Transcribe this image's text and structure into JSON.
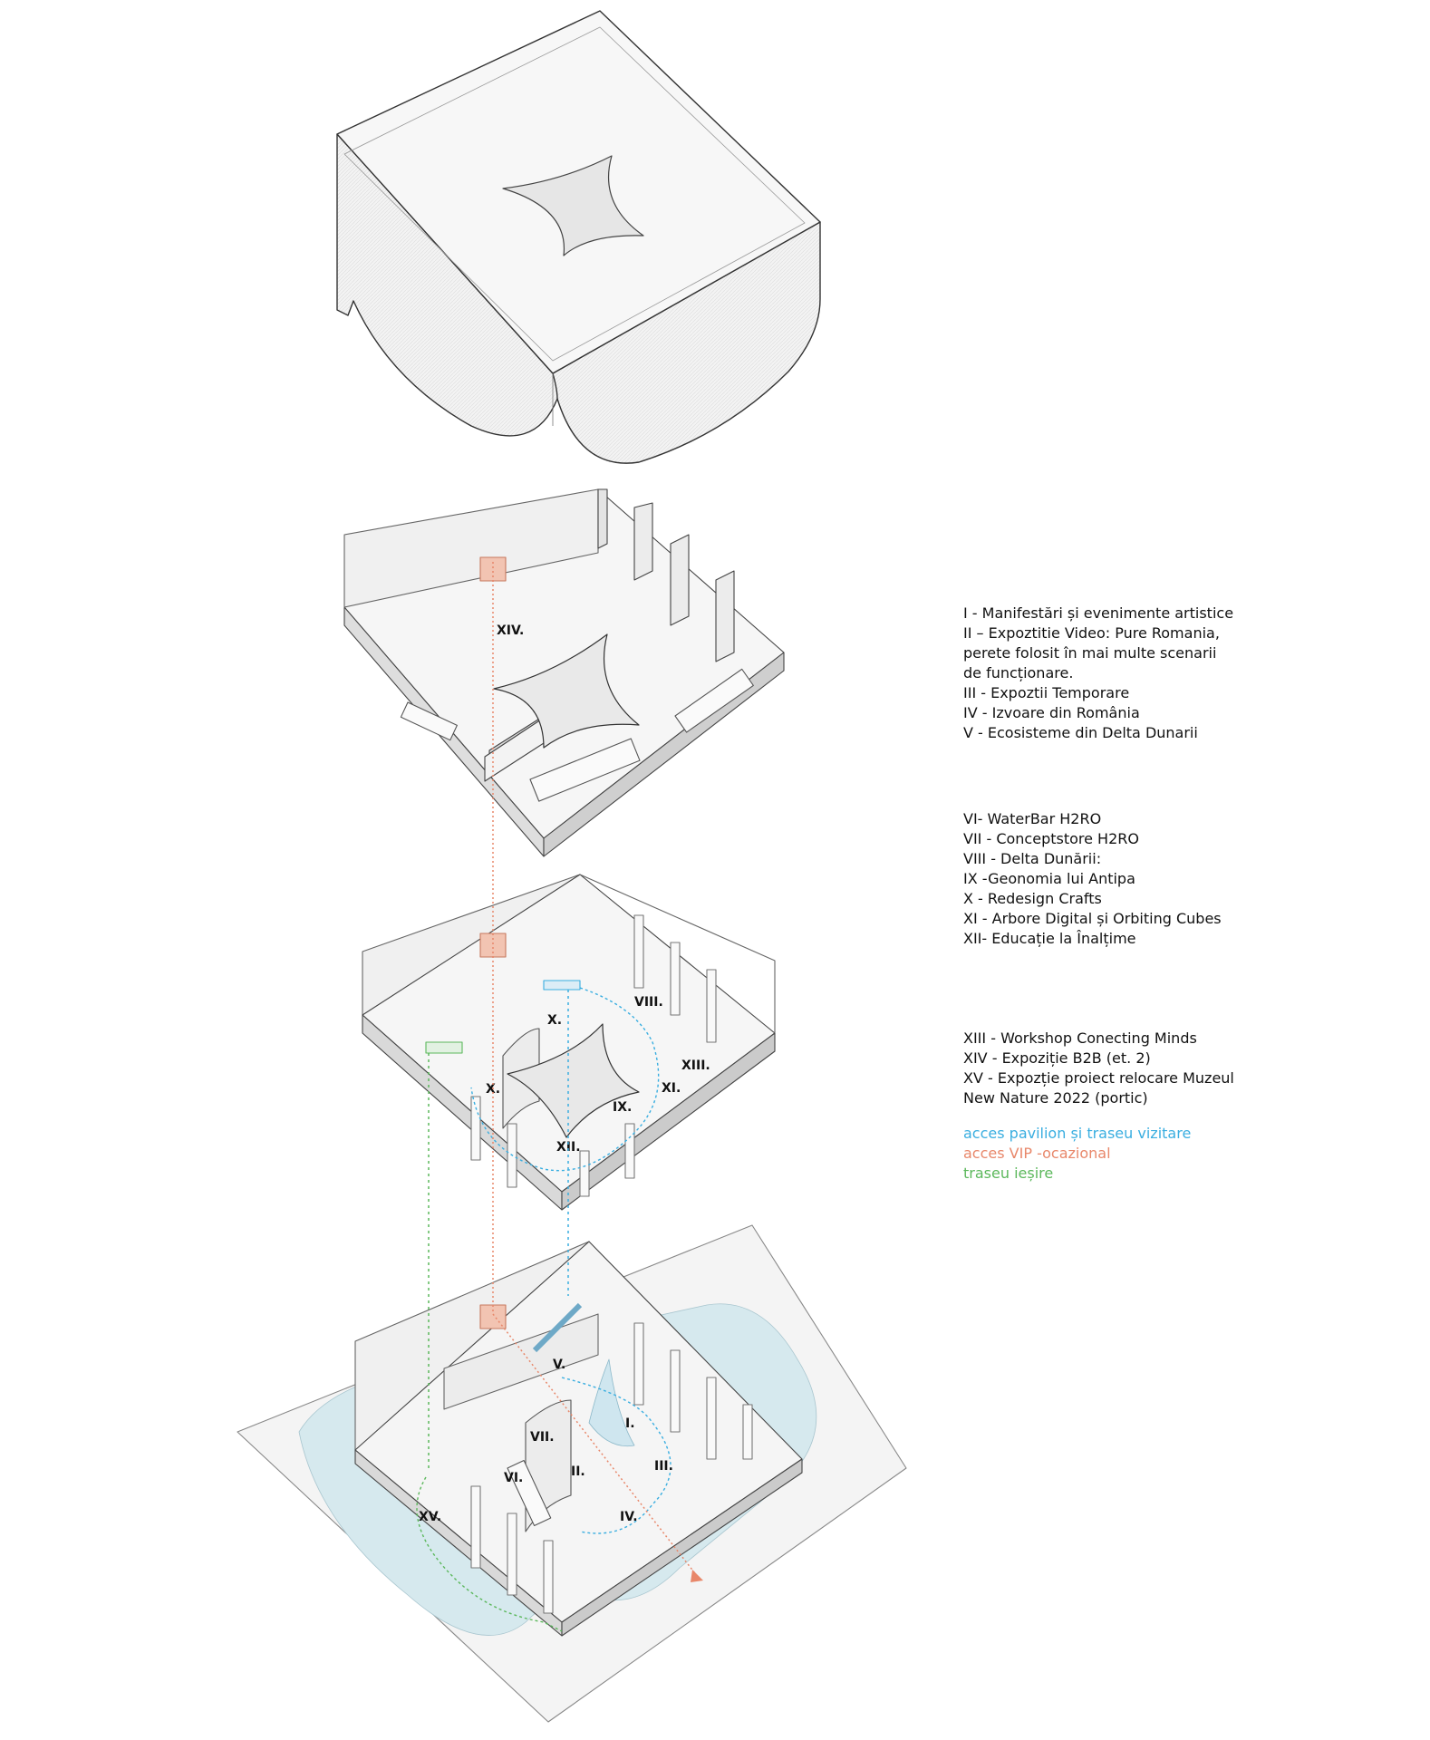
{
  "legend": {
    "group1": [
      "I - Manifestări și evenimente artistice",
      "II – Expoztitie Video: Pure Romania, perete folosit în mai multe scenarii de funcționare.",
      "III - Expoztii Temporare",
      "IV - Izvoare din România",
      "V - Ecosisteme din Delta Dunarii"
    ],
    "group2": [
      "VI- WaterBar H2RO",
      "VII - Conceptstore H2RO",
      "VIII - Delta Dunării:",
      "IX -Geonomia lui Antipa",
      "X - Redesign Crafts",
      "XI - Arbore Digital și Orbiting Cubes",
      "XII- Educație la Înalțime"
    ],
    "group3": [
      "XIII - Workshop Conecting Minds",
      "XIV - Expoziție B2B (et. 2)",
      "XV -  Expozție proiect relocare Muzeul New Nature 2022 (portic)"
    ],
    "access": [
      {
        "text": "acces pavilion și traseu vizitare",
        "color": "#3aaee0"
      },
      {
        "text": "acces VIP -ocazional",
        "color": "#e8876a"
      },
      {
        "text": "traseu ieșire",
        "color": "#5cb85c"
      }
    ]
  },
  "labels": {
    "level2": [
      "XIV."
    ],
    "level1": [
      "VIII.",
      "X.",
      "XIII.",
      "X.",
      "XI.",
      "IX.",
      "XII."
    ],
    "level0": [
      "V.",
      "VII.",
      "I.",
      "II.",
      "III.",
      "VI.",
      "IV.",
      "XV."
    ]
  },
  "colors": {
    "visitor_route": "#3aaee0",
    "vip_route": "#e8876a",
    "exit_route": "#5cb85c",
    "water": "#d6e9ee",
    "vip_core": "#f2c4b2"
  }
}
